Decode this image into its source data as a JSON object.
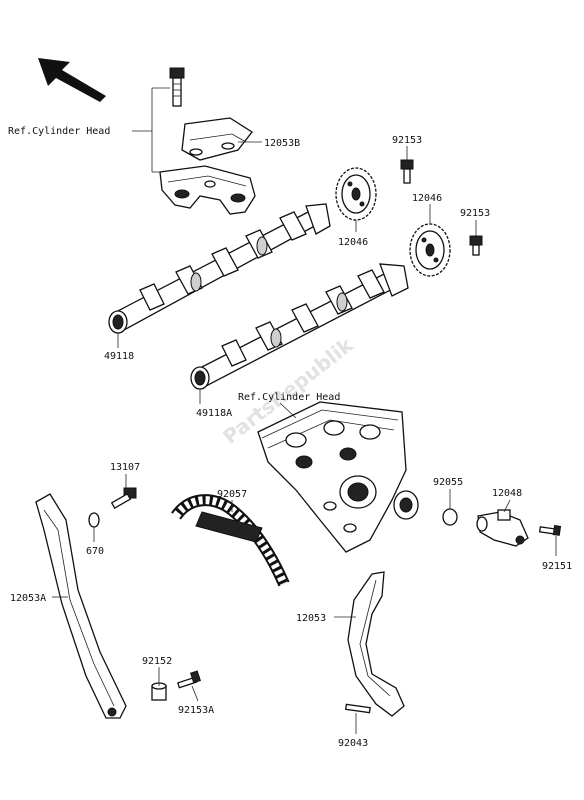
{
  "watermark": "PartsRepublik",
  "refs": {
    "ref_cylinder_head_1": "Ref.Cylinder Head",
    "ref_cylinder_head_2": "Ref.Cylinder Head"
  },
  "labels": {
    "p12053B": "12053B",
    "p92153a": "92153",
    "p92153b": "92153",
    "p12046a": "12046",
    "p12046b": "12046",
    "p49118": "49118",
    "p49118A": "49118A",
    "p13107": "13107",
    "p670": "670",
    "p92057": "92057",
    "p92055": "92055",
    "p12048": "12048",
    "p92151": "92151",
    "p12053A": "12053A",
    "p12053": "12053",
    "p92152": "92152",
    "p92153A": "92153A",
    "p92043": "92043"
  }
}
